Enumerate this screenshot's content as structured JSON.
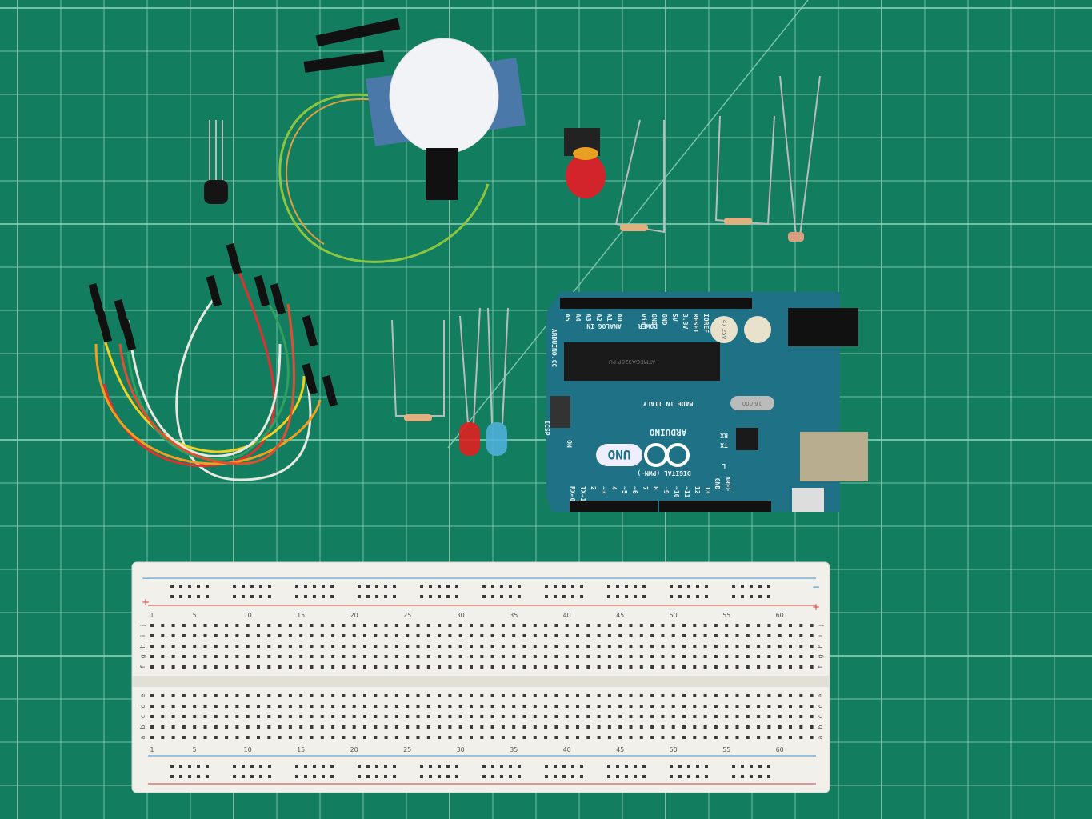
{
  "colors": {
    "mat": "#137d5f",
    "grid": "#8fd3b8",
    "board": "#1f7186",
    "breadboard": "#f2f0ea",
    "rail_red": "#d04040",
    "rail_blue": "#3a8fd0"
  },
  "arduino": {
    "logo_text": "ARDUINO",
    "model": "UNO",
    "website": "ARDUINO.CC",
    "made_in": "MADE IN ITALY",
    "analog_in": "ANALOG IN",
    "power": "POWER",
    "digital": "DIGITAL (PWM~)",
    "icsp": "ICSP",
    "on": "ON",
    "rx": "RX",
    "tx": "TX",
    "l": "L",
    "aref": "AREF",
    "gnd": "GND",
    "chip": "ATMEGA328P-PU",
    "crystal": "16.000",
    "capacitor": "47 25V",
    "power_pins": [
      "IOREF",
      "RESET",
      "3.3V",
      "5V",
      "GND",
      "GND",
      "Vin"
    ],
    "analog_pins": [
      "A0",
      "A1",
      "A2",
      "A3",
      "A4",
      "A5"
    ],
    "digital_pins": [
      "13",
      "12",
      "~11",
      "~10",
      "~9",
      "8",
      "7",
      "~6",
      "~5",
      "4",
      "~3",
      "2",
      "TX→1",
      "RX←0"
    ]
  },
  "breadboard": {
    "column_numbers": [
      "1",
      "5",
      "10",
      "15",
      "20",
      "25",
      "30",
      "35",
      "40",
      "45",
      "50",
      "55",
      "60"
    ],
    "top_rows": [
      "j",
      "i",
      "h",
      "g",
      "f"
    ],
    "bottom_rows": [
      "e",
      "d",
      "c",
      "b",
      "a"
    ],
    "rail_plus": "+",
    "rail_minus": "−"
  }
}
